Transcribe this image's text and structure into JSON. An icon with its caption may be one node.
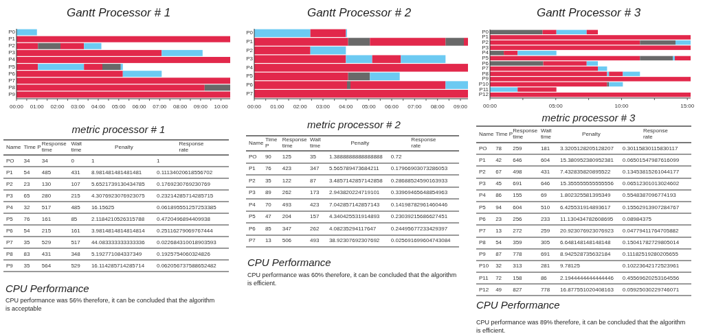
{
  "diagram": {
    "chart_data": [
      {
        "type": "bar",
        "title": "Gantt Processor # 1",
        "orientation": "horizontal",
        "stacked": true,
        "categories": [
          "P0",
          "P1",
          "P2",
          "P3",
          "P4",
          "P5",
          "P6",
          "P7",
          "P8",
          "P9"
        ],
        "xlim": [
          0,
          10.45
        ],
        "xticks": [
          {
            "value": 0,
            "label": "00:00"
          },
          {
            "value": 1,
            "label": "01:00"
          },
          {
            "value": 2,
            "label": "02:00"
          },
          {
            "value": 3,
            "label": "03:00"
          },
          {
            "value": 4,
            "label": "04:00"
          },
          {
            "value": 5,
            "label": "05:00"
          },
          {
            "value": 6,
            "label": "06:00"
          },
          {
            "value": 7,
            "label": "07:00"
          },
          {
            "value": 8,
            "label": "08:00"
          },
          {
            "value": 9,
            "label": "09:00"
          },
          {
            "value": 10,
            "label": "10:00"
          }
        ],
        "series": [
          {
            "color": "#e2284b",
            "values": [
              null,
              10.45,
              1.05,
              7.1,
              10.45,
              1.05,
              5.2,
              10.45,
              9.2,
              10.45
            ]
          },
          {
            "color": "#696969",
            "values": [
              null,
              null,
              1.1,
              null,
              null,
              null,
              null,
              null,
              1.25,
              null
            ]
          },
          {
            "color": "#6ccaf2",
            "values": [
              1.0,
              null,
              null,
              2.0,
              null,
              2.25,
              1.9,
              null,
              null,
              null
            ]
          },
          {
            "color": "#e2284b",
            "values": [
              null,
              null,
              1.15,
              null,
              null,
              0.9,
              null,
              null,
              null,
              null
            ]
          },
          {
            "color": "#696969",
            "values": [
              null,
              null,
              null,
              null,
              null,
              0.9,
              null,
              null,
              null,
              null
            ]
          },
          {
            "color": "#6ccaf2",
            "values": [
              null,
              null,
              0.85,
              null,
              null,
              0.1,
              null,
              null,
              null,
              null
            ]
          }
        ]
      },
      {
        "type": "bar",
        "title": "Gantt Processor # 2",
        "orientation": "horizontal",
        "stacked": true,
        "categories": [
          "P0",
          "P1",
          "P2",
          "P3",
          "P4",
          "P5",
          "P6",
          "P7"
        ],
        "xlim": [
          0,
          9.33
        ],
        "xticks": [
          {
            "value": 0,
            "label": "00:00"
          },
          {
            "value": 1,
            "label": "01:00"
          },
          {
            "value": 2,
            "label": "02:00"
          },
          {
            "value": 3,
            "label": "03:00"
          },
          {
            "value": 4,
            "label": "04:00"
          },
          {
            "value": 5,
            "label": "05:00"
          },
          {
            "value": 6,
            "label": "06:00"
          },
          {
            "value": 7,
            "label": "07:00"
          },
          {
            "value": 8,
            "label": "08:00"
          },
          {
            "value": 9,
            "label": "09:00"
          }
        ],
        "series": [
          {
            "color": "#e2284b",
            "values": [
              null,
              4.1,
              2.45,
              4.0,
              9.33,
              4.1,
              4.05,
              9.33
            ]
          },
          {
            "color": "#696969",
            "values": [
              null,
              0.95,
              null,
              null,
              null,
              0.95,
              0.15,
              null
            ]
          },
          {
            "color": "#6ccaf2",
            "values": [
              2.45,
              null,
              1.55,
              1.15,
              null,
              1.3,
              null,
              null
            ]
          },
          {
            "color": "#e2284b",
            "values": [
              1.55,
              3.3,
              null,
              1.25,
              null,
              null,
              4.15,
              null
            ]
          },
          {
            "color": "#696969",
            "values": [
              null,
              0.8,
              null,
              null,
              null,
              null,
              null,
              null
            ]
          },
          {
            "color": "#6ccaf2",
            "values": [
              0.05,
              null,
              null,
              1.95,
              null,
              null,
              0.98,
              null
            ]
          },
          {
            "color": "#e2284b",
            "values": [
              null,
              0.18,
              null,
              null,
              null,
              null,
              null,
              null
            ]
          }
        ]
      },
      {
        "type": "bar",
        "title": "Gantt Processor # 3",
        "orientation": "horizontal",
        "stacked": true,
        "categories": [
          "P0",
          "P1",
          "P2",
          "P3",
          "P4",
          "P5",
          "P6",
          "P7",
          "P8",
          "P9",
          "P10",
          "P11",
          "P12"
        ],
        "xlim": [
          0,
          15.25
        ],
        "xticks": [
          {
            "value": 0,
            "label": "00:00"
          },
          {
            "value": 5,
            "label": "05:00"
          },
          {
            "value": 10,
            "label": "10:00"
          },
          {
            "value": 15,
            "label": "15:00"
          }
        ],
        "series": [
          {
            "color": "#696969",
            "values": [
              4.0,
              null,
              null,
              null,
              1.05,
              null,
              4.05,
              null,
              null,
              null,
              null,
              null,
              null
            ]
          },
          {
            "color": "#e2284b",
            "values": [
              1.05,
              15.25,
              11.4,
              15.25,
              1.05,
              11.4,
              3.3,
              8.2,
              8.9,
              15.25,
              8.9,
              null,
              15.25
            ]
          },
          {
            "color": "#696969",
            "values": [
              null,
              null,
              2.7,
              null,
              null,
              2.5,
              null,
              null,
              null,
              null,
              0.15,
              null,
              null
            ]
          },
          {
            "color": "#6ccaf2",
            "values": [
              2.3,
              null,
              1.15,
              null,
              2.95,
              0.15,
              0.85,
              0.7,
              0.15,
              null,
              1.05,
              2.1,
              null
            ]
          },
          {
            "color": "#e2284b",
            "values": [
              0.85,
              null,
              null,
              null,
              null,
              1.2,
              null,
              null,
              1.05,
              null,
              null,
              2.95,
              null
            ]
          },
          {
            "color": "#6ccaf2",
            "values": [
              null,
              null,
              null,
              null,
              null,
              null,
              null,
              null,
              1.3,
              null,
              null,
              null,
              null
            ]
          }
        ]
      }
    ],
    "labels": [
      "metric processor # 1",
      "Name",
      "Time P",
      "Response time",
      "Wait time",
      "Penalty",
      "Response rate",
      "PO",
      "34",
      "34",
      "0",
      "1",
      "1",
      "P1",
      "54",
      "485",
      "431",
      "8.981481481481481",
      "0.11134020618556702",
      "P2",
      "23",
      "130",
      "107",
      "5.6521739130434785",
      "0.1769230769230769",
      "P3",
      "65",
      "280",
      "215",
      "4.3076923076923075",
      "0.23214285714285715",
      "P4",
      "32",
      "517",
      "485",
      "16.15625",
      "0.061895551257253385",
      "P5",
      "76",
      "161",
      "85",
      "2.1184210526315788",
      "0.4720496894409938",
      "P6",
      "54",
      "215",
      "161",
      "3.9814814814814814",
      "0.25116279069767444",
      "P7",
      "35",
      "529",
      "517",
      "44.083333333333336",
      "0.022684310018903593",
      "P8",
      "83",
      "431",
      "348",
      "5.192771084337349",
      "0.1925754060324826",
      "P9",
      "35",
      "564",
      "529",
      "16.114285714285714",
      "0.062056737588652482",
      "CPU Performance",
      "CPU performance was 56% therefore, it can be concluded that the algorithm is acceptable",
      "metric processor # 2",
      "Name",
      "Time P",
      "Response time",
      "Wait time",
      "Penalty",
      "Response rate",
      "PO",
      "90",
      "125",
      "35",
      "1.3888888888888888",
      "0.72",
      "P1",
      "76",
      "423",
      "347",
      "5.565789473684211",
      "0.17966903073286053",
      "P2",
      "35",
      "122",
      "87",
      "3.4857142857142858",
      "0.28688524590163933",
      "P3",
      "89",
      "262",
      "173",
      "2.943820224719101",
      "0.33969465648854963",
      "P4",
      "70",
      "493",
      "423",
      "7.042857142857143",
      "0.14198782961460446",
      "P5",
      "47",
      "204",
      "157",
      "4.340425531914893",
      "0.23039215686627451",
      "P6",
      "85",
      "347",
      "262",
      "4.08235294117647",
      "0.24495677233429397",
      "P7",
      "13",
      "506",
      "493",
      "38.92307692307692",
      "0.025691699604743084",
      "CPU Performance",
      "CPU performance was 60% therefore, it can be concluded that the algorithm is efficient.",
      "metric processor # 3",
      "Name",
      "Time P",
      "Response time",
      "Wait time",
      "Penalty",
      "Response rate",
      "PO",
      "78",
      "259",
      "181",
      "3.3205128205128207",
      "0.30115830115830117",
      "P1",
      "42",
      "646",
      "604",
      "15.380952380952381",
      "0.06501547987616099",
      "P2",
      "67",
      "498",
      "431",
      "7.432835820895522",
      "0.13453815261044177",
      "P3",
      "45",
      "691",
      "646",
      "15.355555555555556",
      "0.06512301013024602",
      "P4",
      "86",
      "155",
      "69",
      "1.802325581395349",
      "0.5548387096774193",
      "P5",
      "94",
      "604",
      "510",
      "6.425531914893617",
      "0.15562913907284767",
      "P6",
      "23",
      "256",
      "233",
      "11.130434782608695",
      "0.08984375",
      "P7",
      "13",
      "272",
      "259",
      "20.923076923076923",
      "0.04779411764705882",
      "P8",
      "54",
      "359",
      "305",
      "6.648148148148148",
      "0.15041782729805014",
      "P9",
      "87",
      "778",
      "691",
      "8.942528735632184",
      "0.11182519280205655",
      "P10",
      "32",
      "313",
      "281",
      "9.78125",
      "0.10223642172523961",
      "P11",
      "72",
      "158",
      "86",
      "2.1944444444444446",
      "0.45569620253164556",
      "P12",
      "49",
      "827",
      "778",
      "16.877551020408163",
      "0.05925030229746071",
      "CPU Performance",
      "CPU performance was 89% therefore, it can be concluded that the algorithm is efficient."
    ]
  }
}
